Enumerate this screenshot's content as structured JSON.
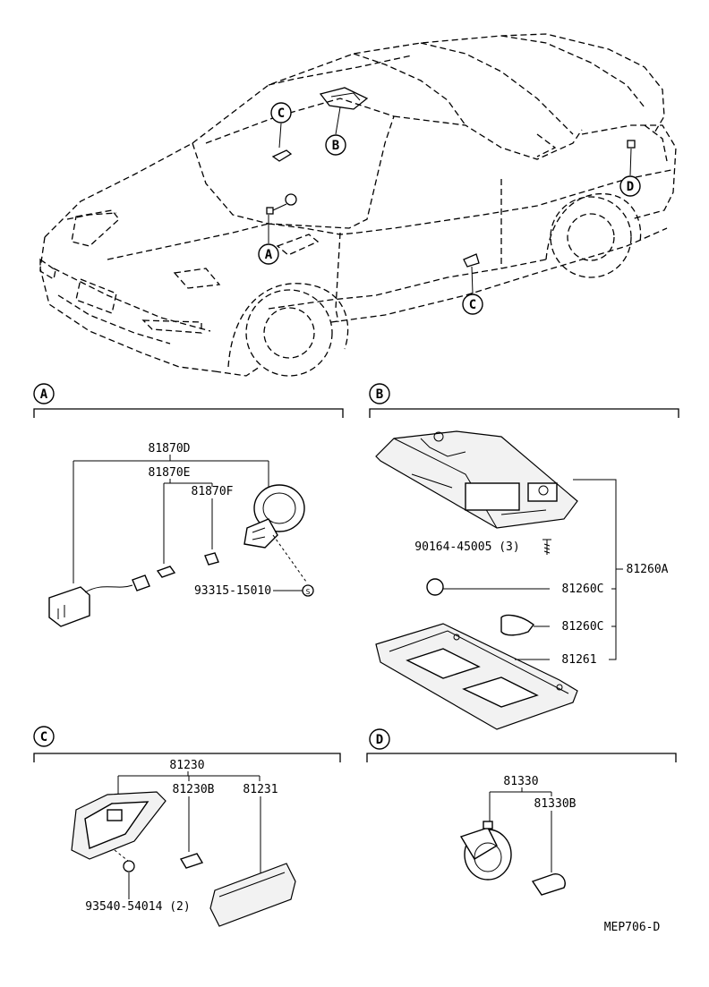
{
  "callouts": {
    "a": "A",
    "b": "B",
    "c": "C",
    "d": "D"
  },
  "section_a": {
    "label": "A",
    "parts": {
      "p81870d": "81870D",
      "p81870e": "81870E",
      "p81870f": "81870F",
      "p93315": "93315-15010"
    }
  },
  "section_b": {
    "label": "B",
    "parts": {
      "p90164": "90164-45005 (3)",
      "p81260a": "81260A",
      "p81260c_1": "81260C",
      "p81260c_2": "81260C",
      "p81261": "81261"
    }
  },
  "section_c": {
    "label": "C",
    "parts": {
      "p81230": "81230",
      "p81230b": "81230B",
      "p81231": "81231",
      "p93540": "93540-54014 (2)"
    }
  },
  "section_d": {
    "label": "D",
    "parts": {
      "p81330": "81330",
      "p81330b": "81330B"
    }
  },
  "diagram_code": "MEP706-D"
}
